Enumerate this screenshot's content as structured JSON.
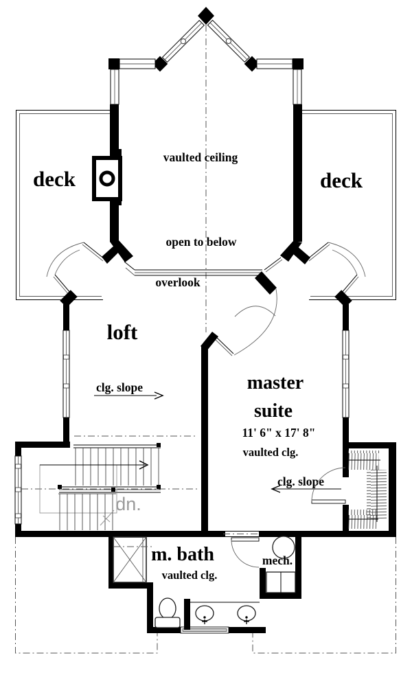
{
  "plan": {
    "colors": {
      "wall": "#000000",
      "line": "#555555",
      "dn_text": "#9a9a9a",
      "background": "#ffffff"
    },
    "labels": {
      "vaulted_ceiling": "vaulted ceiling",
      "deck_left": "deck",
      "deck_right": "deck",
      "open_to_below": "open to below",
      "overlook": "overlook",
      "loft": "loft",
      "loft_clg_slope": "clg. slope",
      "master_line1": "master",
      "master_line2": "suite",
      "master_dims": "11' 6\" x 17' 8\"",
      "master_vaulted": "vaulted clg.",
      "master_clg_slope": "clg. slope",
      "stairs_dn": "dn.",
      "m_bath": "m. bath",
      "bath_vaulted": "vaulted clg.",
      "mech": "mech."
    }
  }
}
